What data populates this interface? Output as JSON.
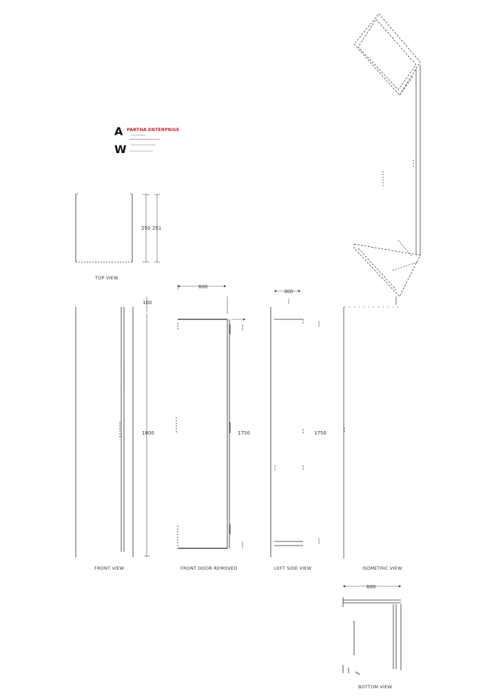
{
  "logo": {
    "initials_top": "A",
    "initials_bottom": "W",
    "company": "PARTHA ENTERPRISE",
    "lines": [
      "",
      "",
      "",
      ""
    ]
  },
  "views": {
    "top": "TOP VIEW",
    "front": "FRONT VIEW",
    "front_door_removed": "FRONT DOOR REMOVED",
    "left_side": "LEFT SIDE VIEW",
    "iso": "ISOMETRIC VIEW",
    "bottom": "BOTTOM VIEW"
  },
  "dims": {
    "top_depth": "250",
    "top_depth_ext": "251",
    "front_plinth": "100",
    "front_height": "1800",
    "door_width": "600",
    "door_height": "1750",
    "side_depth": "300",
    "side_height": "1750",
    "bottom_width": "600"
  },
  "colors": {
    "line": "#222222",
    "dim": "#444444",
    "brand": "#d12020"
  }
}
